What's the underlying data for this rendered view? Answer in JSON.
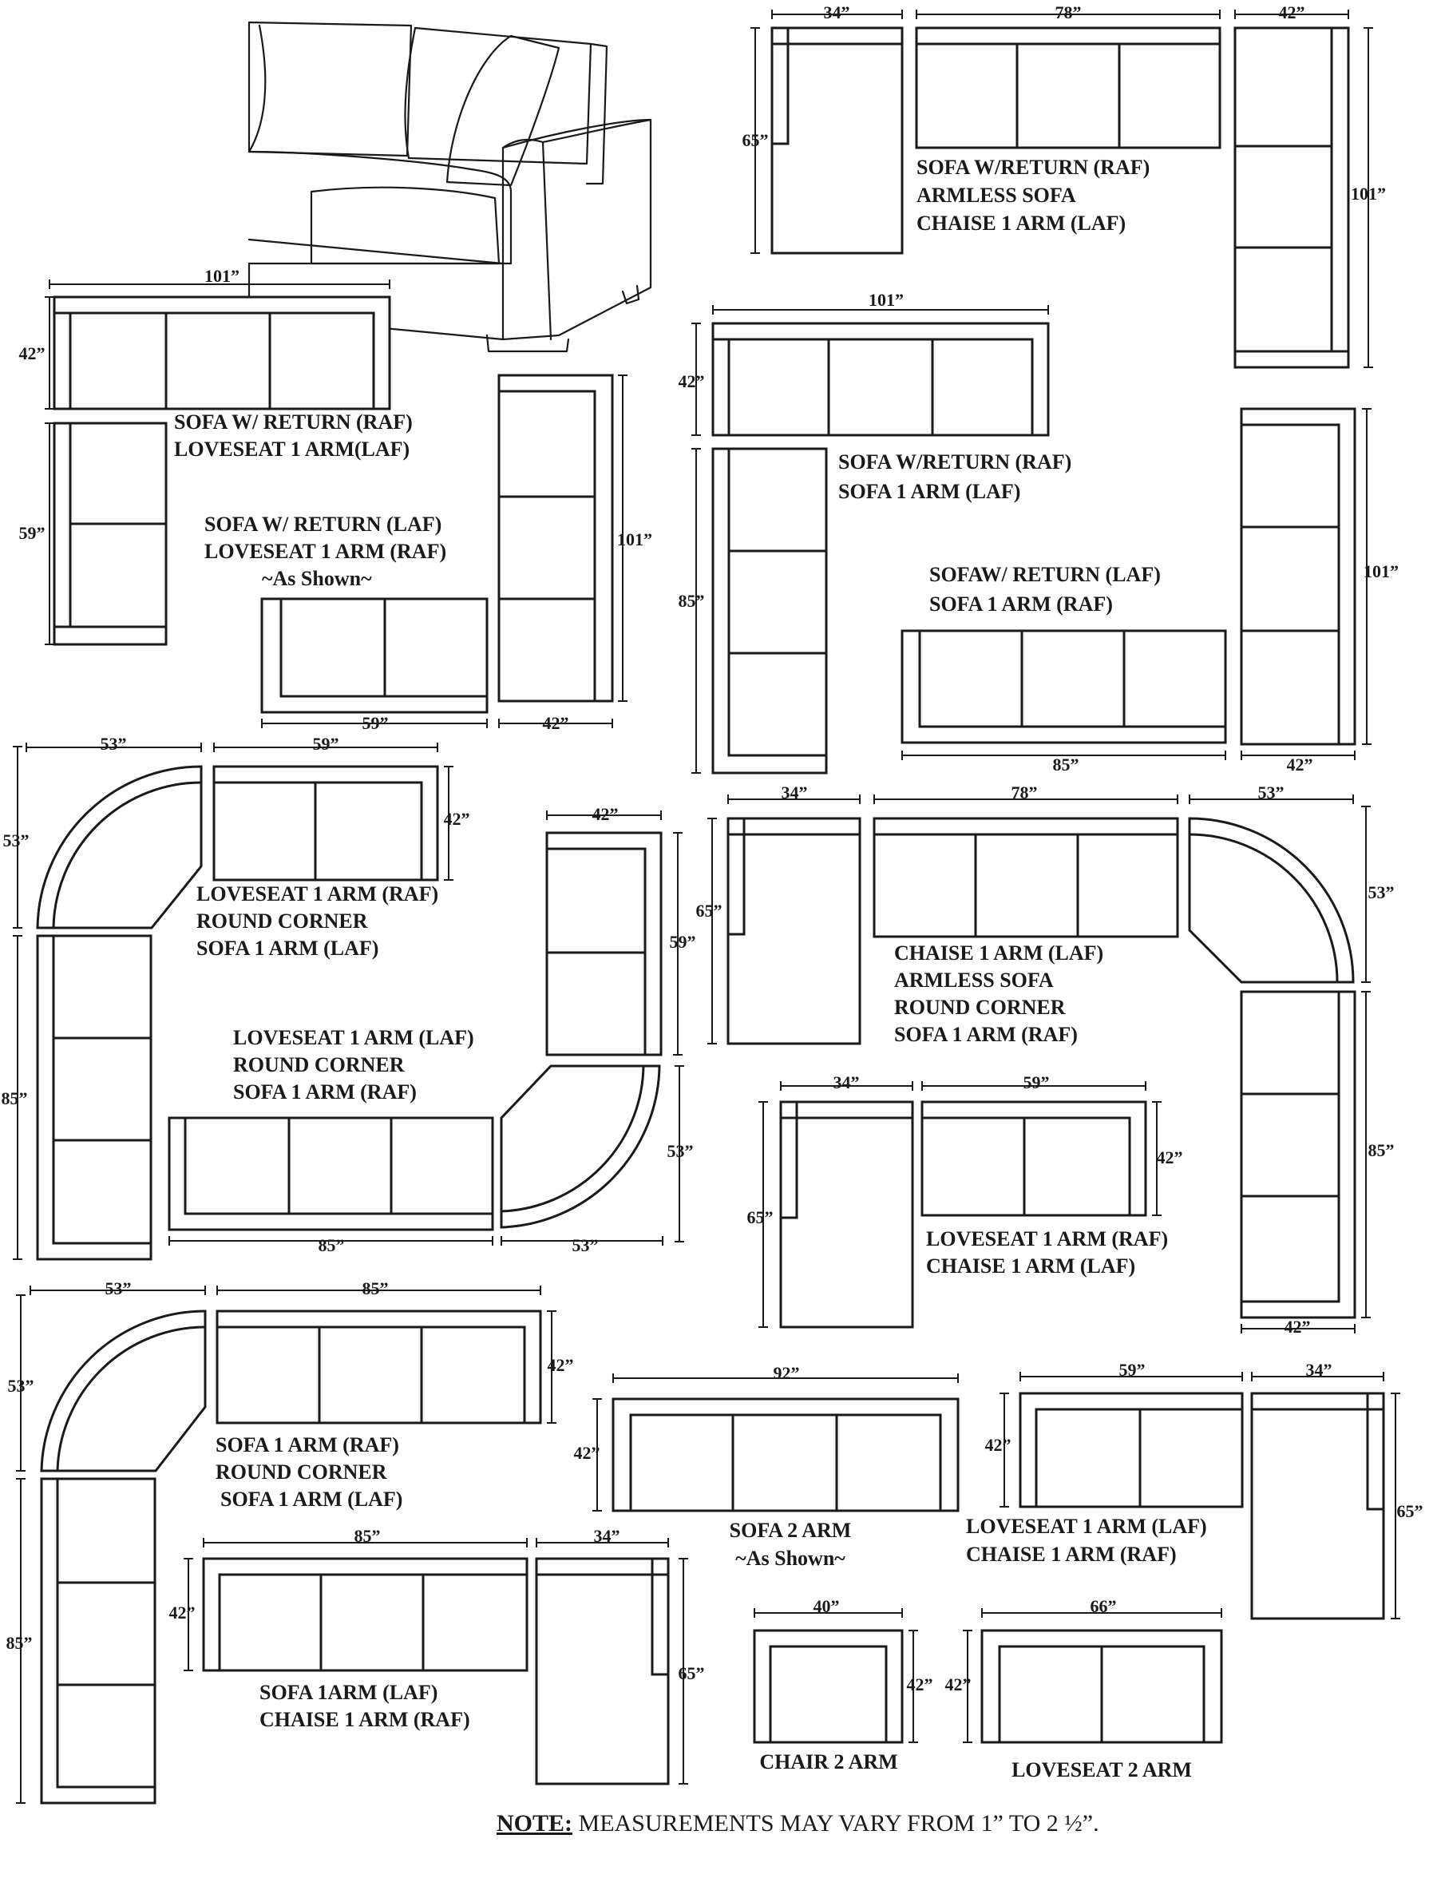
{
  "dims": {
    "d34": "34”",
    "d78": "78”",
    "d42": "42”",
    "d65": "65”",
    "d101": "101”",
    "d59": "59”",
    "d85": "85”",
    "d53": "53”",
    "d92": "92”",
    "d40": "40”",
    "d66": "66”"
  },
  "captions": {
    "c1": [
      "SOFA W/RETURN (RAF)",
      "ARMLESS SOFA",
      "CHAISE 1 ARM (LAF)"
    ],
    "c2": [
      "SOFA W/ RETURN (RAF)",
      "LOVESEAT 1 ARM(LAF)"
    ],
    "c3": [
      "SOFA  W/ RETURN (LAF)",
      "LOVESEAT 1 ARM (RAF)",
      "~As Shown~"
    ],
    "c4": [
      "SOFA W/RETURN (RAF)",
      "SOFA 1 ARM (LAF)"
    ],
    "c5": [
      "SOFAW/ RETURN (LAF)",
      "SOFA 1 ARM (RAF)"
    ],
    "c6": [
      "LOVESEAT 1 ARM (RAF)",
      "ROUND CORNER",
      "SOFA 1 ARM (LAF)"
    ],
    "c7": [
      "CHAISE 1 ARM (LAF)",
      "ARMLESS SOFA",
      "ROUND CORNER",
      "SOFA 1 ARM (RAF)"
    ],
    "c8": [
      "LOVESEAT 1 ARM (LAF)",
      "ROUND CORNER",
      "SOFA 1 ARM (RAF)"
    ],
    "c9": [
      "LOVESEAT 1 ARM (RAF)",
      "CHAISE 1 ARM (LAF)"
    ],
    "c10": [
      "SOFA 1 ARM (RAF)",
      "ROUND CORNER",
      "SOFA 1 ARM (LAF)"
    ],
    "c11": [
      "SOFA 2 ARM",
      "~As Shown~"
    ],
    "c12": [
      "LOVESEAT 1 ARM (LAF)",
      "CHAISE 1 ARM (RAF)"
    ],
    "c13": [
      "SOFA 1ARM (LAF)",
      "CHAISE 1 ARM (RAF)"
    ],
    "c14": [
      "CHAIR 2 ARM"
    ],
    "c15": [
      "LOVESEAT  2 ARM"
    ]
  },
  "note": {
    "label": "NOTE:",
    "text": " MEASUREMENTS MAY VARY FROM 1” TO 2 ½”."
  }
}
